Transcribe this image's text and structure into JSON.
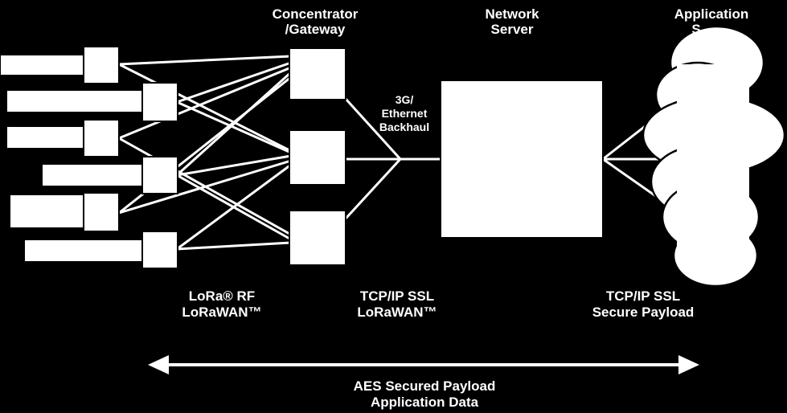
{
  "labels": {
    "concentrator_line1": "Concentrator",
    "concentrator_line2": "/Gateway",
    "network_server_line1": "Network",
    "network_server_line2": "Server",
    "application_line1": "Application",
    "application_line2": "S",
    "backhaul_line1": "3G/",
    "backhaul_line2": "Ethernet",
    "backhaul_line3": "Backhaul",
    "lora_rf_line1": "LoRa® RF",
    "lora_rf_line2": "LoRaWAN™",
    "tcpip_line1": "TCP/IP SSL",
    "tcpip_line2": "LoRaWAN™",
    "secure_line1": "TCP/IP SSL",
    "secure_line2": "Secure Payload",
    "aes_line1": "AES Secured Payload",
    "aes_line2": "Application Data"
  },
  "colors": {
    "background": "#000000",
    "foreground": "#ffffff"
  }
}
